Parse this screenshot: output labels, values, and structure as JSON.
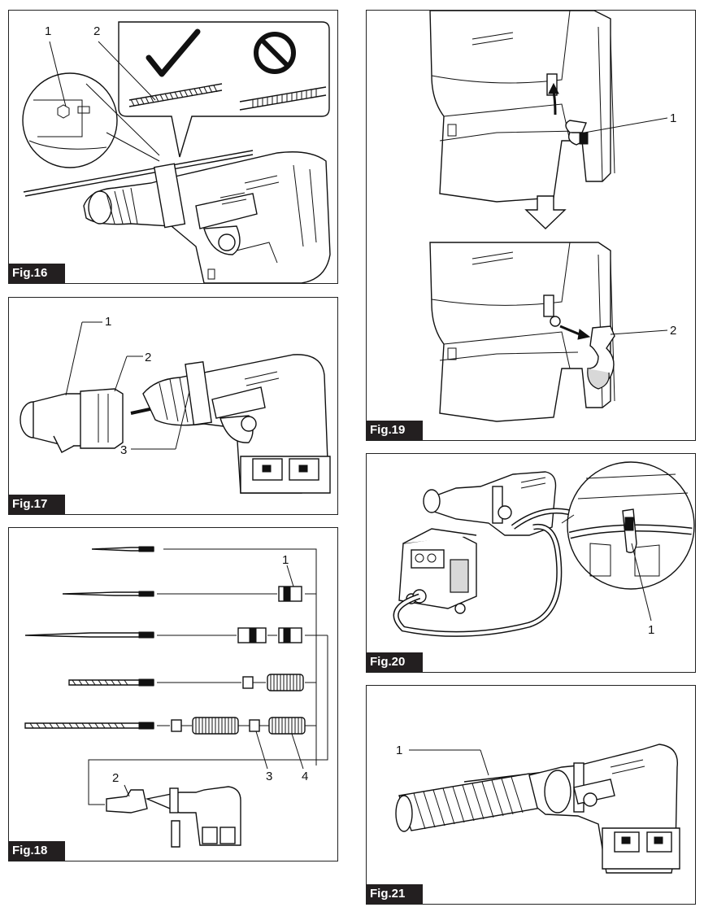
{
  "figures": {
    "fig16": {
      "label": "Fig.16",
      "callouts": [
        "1",
        "2"
      ]
    },
    "fig17": {
      "label": "Fig.17",
      "callouts": [
        "1",
        "2",
        "3"
      ]
    },
    "fig18": {
      "label": "Fig.18",
      "callouts": [
        "1",
        "2",
        "3",
        "4"
      ]
    },
    "fig19": {
      "label": "Fig.19",
      "callouts": [
        "1",
        "2"
      ]
    },
    "fig20": {
      "label": "Fig.20",
      "callouts": [
        "1"
      ]
    },
    "fig21": {
      "label": "Fig.21",
      "callouts": [
        "1"
      ]
    }
  },
  "icons": [
    "checkmark-icon",
    "prohibited-icon",
    "down-arrow-icon"
  ]
}
